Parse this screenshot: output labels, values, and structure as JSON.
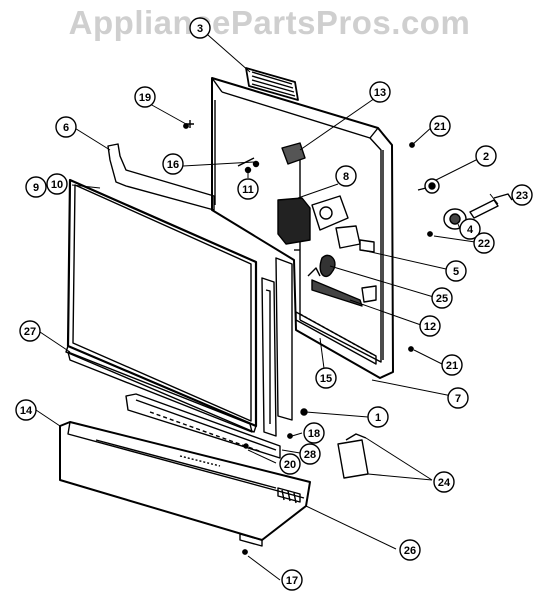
{
  "watermark": "AppliancePartsPros.com",
  "callouts": [
    {
      "id": "3",
      "label": "3"
    },
    {
      "id": "19",
      "label": "19"
    },
    {
      "id": "13",
      "label": "13"
    },
    {
      "id": "6",
      "label": "6"
    },
    {
      "id": "21a",
      "label": "21"
    },
    {
      "id": "16",
      "label": "16"
    },
    {
      "id": "2",
      "label": "2"
    },
    {
      "id": "11",
      "label": "11"
    },
    {
      "id": "8",
      "label": "8"
    },
    {
      "id": "9",
      "label": "9"
    },
    {
      "id": "10",
      "label": "10"
    },
    {
      "id": "23",
      "label": "23"
    },
    {
      "id": "4",
      "label": "4"
    },
    {
      "id": "22",
      "label": "22"
    },
    {
      "id": "5",
      "label": "5"
    },
    {
      "id": "25",
      "label": "25"
    },
    {
      "id": "12",
      "label": "12"
    },
    {
      "id": "27",
      "label": "27"
    },
    {
      "id": "15",
      "label": "15"
    },
    {
      "id": "21b",
      "label": "21"
    },
    {
      "id": "7",
      "label": "7"
    },
    {
      "id": "1",
      "label": "1"
    },
    {
      "id": "14",
      "label": "14"
    },
    {
      "id": "18",
      "label": "18"
    },
    {
      "id": "28",
      "label": "28"
    },
    {
      "id": "20",
      "label": "20"
    },
    {
      "id": "24",
      "label": "24"
    },
    {
      "id": "26",
      "label": "26"
    },
    {
      "id": "17",
      "label": "17"
    }
  ]
}
